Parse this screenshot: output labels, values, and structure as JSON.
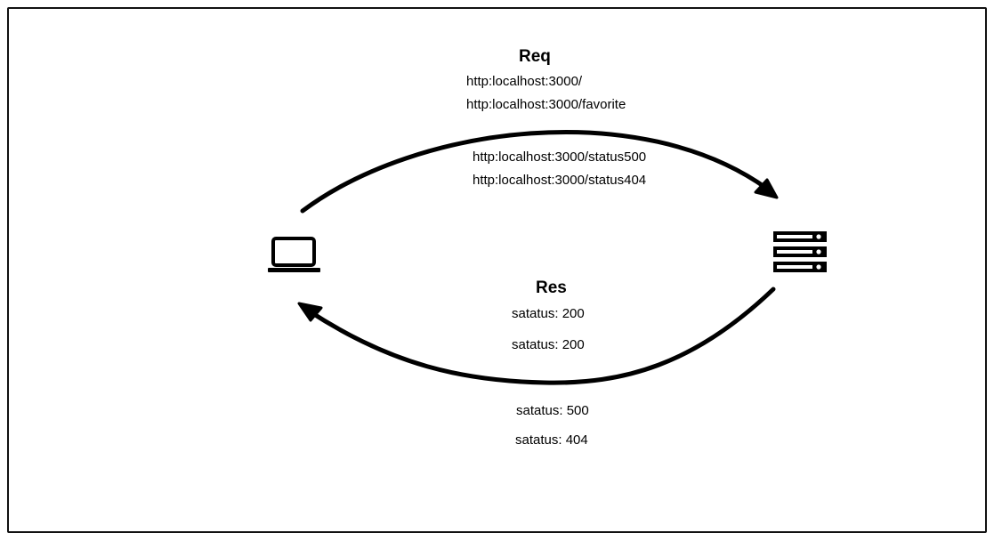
{
  "request": {
    "heading": "Req",
    "urls": [
      "http:localhost:3000/",
      "http:localhost:3000/favorite",
      "http:localhost:3000/status500",
      "http:localhost:3000/status404"
    ]
  },
  "response": {
    "heading": "Res",
    "statuses": [
      "satatus: 200",
      "satatus: 200",
      "satatus: 500",
      "satatus: 404"
    ]
  },
  "icons": {
    "client": "laptop-icon",
    "server": "server-icon"
  },
  "colors": {
    "stroke": "#000000",
    "background": "#ffffff"
  }
}
